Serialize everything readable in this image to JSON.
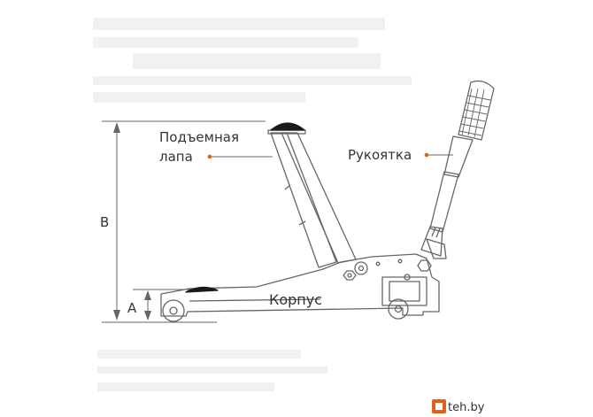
{
  "labels": {
    "lift_arm": [
      "Подъемная",
      "лапа"
    ],
    "handle": "Рукоятка",
    "body": "Корпус",
    "dim_b": "B",
    "dim_a": "A"
  },
  "watermark": {
    "site": "teh.by",
    "brand_color": "#e0611f"
  }
}
